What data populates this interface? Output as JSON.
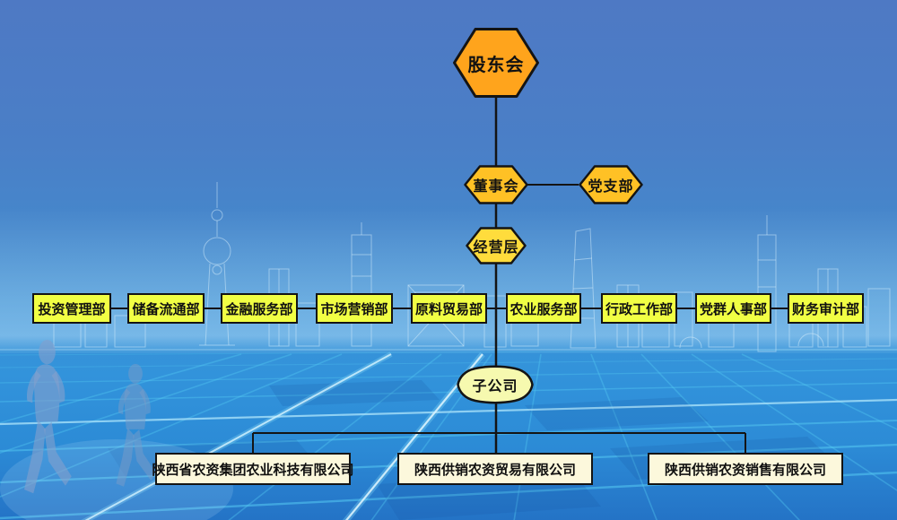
{
  "org_chart": {
    "top": {
      "label": "股东会"
    },
    "level2": {
      "board": "董事会",
      "party": "党支部"
    },
    "level3": {
      "management": "经营层"
    },
    "departments": [
      "投资管理部",
      "储备流通部",
      "金融服务部",
      "市场营销部",
      "原料贸易部",
      "农业服务部",
      "行政工作部",
      "党群人事部",
      "财务审计部"
    ],
    "subsidiary_hub": {
      "label": "子公司"
    },
    "subsidiaries": [
      "陕西省农资集团农业科技有限公司",
      "陕西供销农资贸易有限公司",
      "陕西供销农资销售有限公司"
    ],
    "colors": {
      "top_node": "#FFA41C",
      "level2_node": "#FFC125",
      "level3_node": "#FFDC3C",
      "department_box": "#F1FF44",
      "subsidiary_hub_node": "#F6F9AF",
      "subsidiary_box": "#FCF8DC",
      "connector": "#141414",
      "background_top": "#4E79C4",
      "background_bottom": "#2473C6",
      "grid_line": "#55CAF2",
      "skyline_line": "#D6EEFC"
    }
  }
}
